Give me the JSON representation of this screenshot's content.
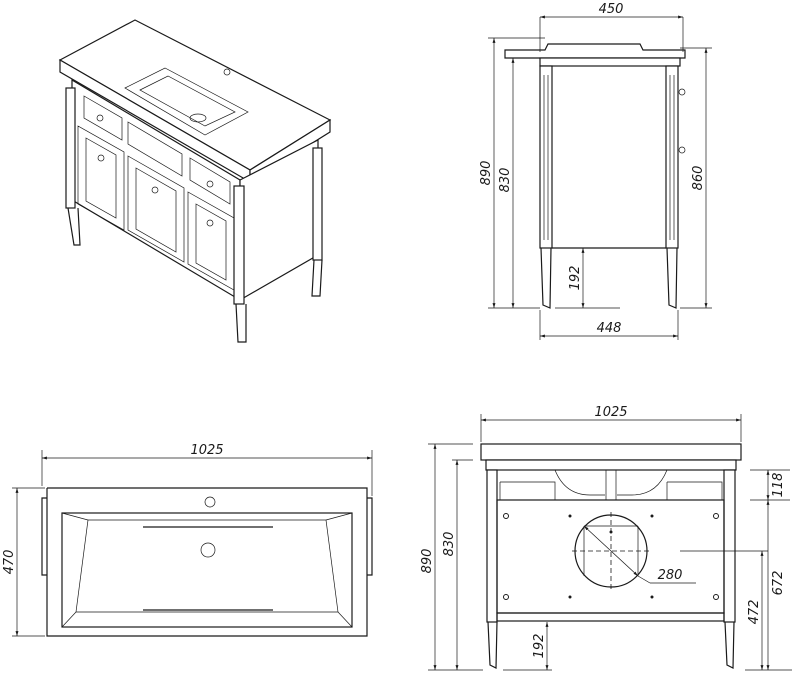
{
  "side_view": {
    "depth_top": "450",
    "height_total": "890",
    "height_body": "830",
    "height_right": "860",
    "leg_height": "192",
    "depth_bottom": "448"
  },
  "top_view": {
    "width": "1025",
    "depth": "470"
  },
  "front_view": {
    "width": "1025",
    "height_total": "890",
    "height_body": "830",
    "drawer_height": "118",
    "hole_diameter": "280",
    "hole_center_height": "472",
    "panel_height": "672",
    "leg_height": "192"
  }
}
